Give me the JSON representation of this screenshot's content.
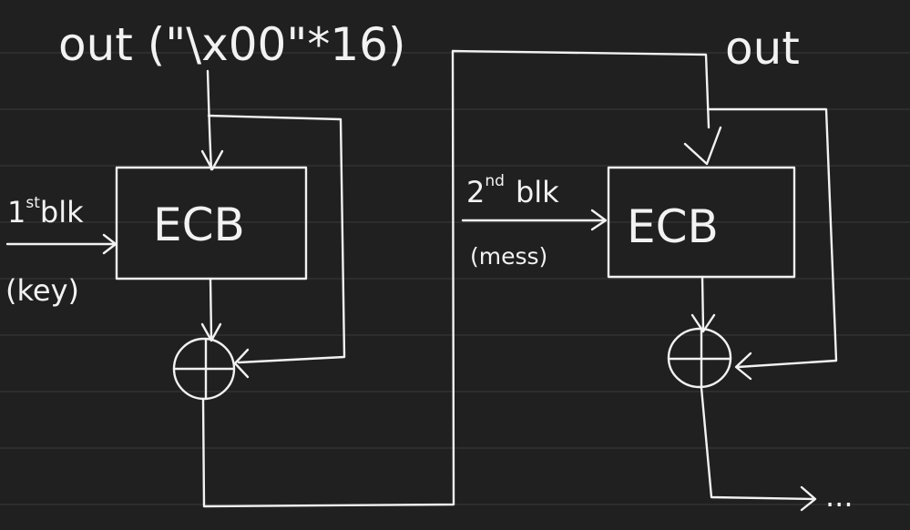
{
  "labels": {
    "iv_out": "out (\"\\x00\"*16)",
    "out_2": "out",
    "block1": {
      "num": "1",
      "sup": "st",
      "word": "blk"
    },
    "key": "(key)",
    "block2": {
      "num": "2",
      "sup": "nd",
      "word": "blk"
    },
    "mess": "(mess)",
    "ecb_1": "ECB",
    "ecb_2": "ECB",
    "continuation": "..."
  },
  "colors": {
    "background": "#202020",
    "ink": "#f2f2f2",
    "ruled_line": "#3a3a3a"
  },
  "icons": [
    "xor-symbol",
    "arrow-head"
  ]
}
